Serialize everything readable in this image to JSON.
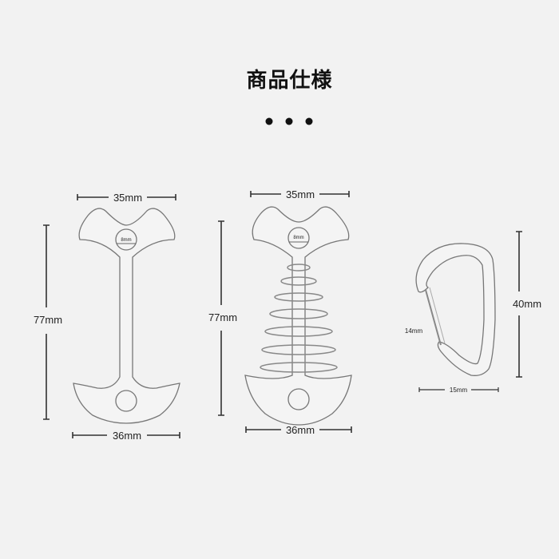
{
  "title": "商品仕様",
  "items": [
    {
      "name": "tent-stake-plain",
      "top_width": "35mm",
      "height": "77mm",
      "bottom_width": "36mm",
      "hole": "8mm"
    },
    {
      "name": "tent-stake-spring",
      "top_width": "35mm",
      "height": "77mm",
      "bottom_width": "36mm",
      "hole": "8mm"
    },
    {
      "name": "carabiner",
      "height": "40mm",
      "gate": "14mm",
      "width": "15mm"
    }
  ]
}
